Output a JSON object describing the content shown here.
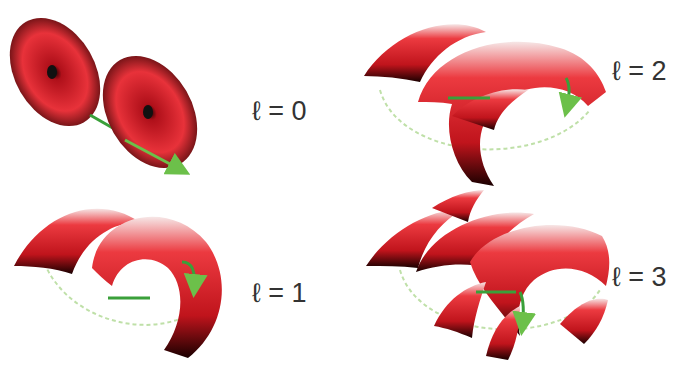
{
  "diagram": {
    "labels": [
      "ℓ = 0",
      "ℓ = 2",
      "ℓ = 1",
      "ℓ = 3"
    ]
  }
}
